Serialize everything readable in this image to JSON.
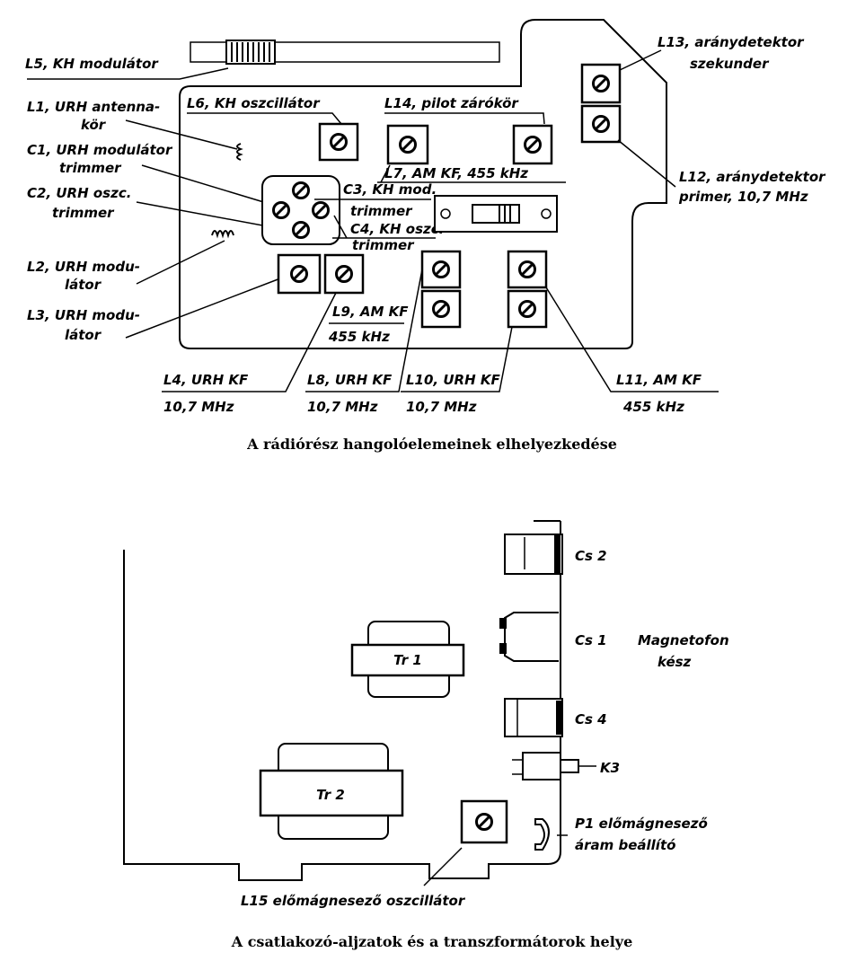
{
  "figure1": {
    "caption": "A rádiórész hangolóelemeinek elhelyezkedése",
    "labels": {
      "l5": "L5, KH modulátor",
      "l1_a": "L1, URH antenna-",
      "l1_b": "kör",
      "c1_a": "C1, URH modulátor",
      "c1_b": "trimmer",
      "c2_a": "C2, URH oszc.",
      "c2_b": "trimmer",
      "l2_a": "L2, URH modu-",
      "l2_b": "látor",
      "l3_a": "L3, URH modu-",
      "l3_b": "látor",
      "l6": "L6, KH oszcillátor",
      "l14": "L14, pilot zárókör",
      "l7": "L7, AM KF, 455 kHz",
      "c3_a": "C3, KH mod.",
      "c3_b": "trimmer",
      "c4_a": "C4, KH oszc.",
      "c4_b": "trimmer",
      "l9_a": "L9, AM KF",
      "l9_b": "455 kHz",
      "l13_a": "L13, aránydetektor",
      "l13_b": "szekunder",
      "l12_a": "L12, aránydetektor",
      "l12_b": "primer, 10,7 MHz",
      "l4_a": "L4, URH KF",
      "l4_b": "10,7 MHz",
      "l8_a": "L8, URH KF",
      "l8_b": "10,7 MHz",
      "l10_a": "L10, URH KF",
      "l10_b": "10,7 MHz",
      "l11_a": "L11, AM KF",
      "l11_b": "455 kHz"
    }
  },
  "figure2": {
    "caption": "A csatlakozó-aljzatok és a transzformátorok helye",
    "labels": {
      "cs2": "Cs 2",
      "cs1": "Cs 1",
      "magnetofon_a": "Magnetofon",
      "magnetofon_b": "kész",
      "cs4": "Cs 4",
      "k3": "K3",
      "tr1": "Tr 1",
      "tr2": "Tr 2",
      "p1_a": "P1 előmágnesező",
      "p1_b": "áram beállító",
      "l15": "L15 előmágnesező oszcillátor"
    }
  },
  "icons": {
    "trimmer_screw": "slotted-screw-circle",
    "coil": "coil-spiral",
    "ferrite_rod": "ferrite-rod-winding"
  }
}
